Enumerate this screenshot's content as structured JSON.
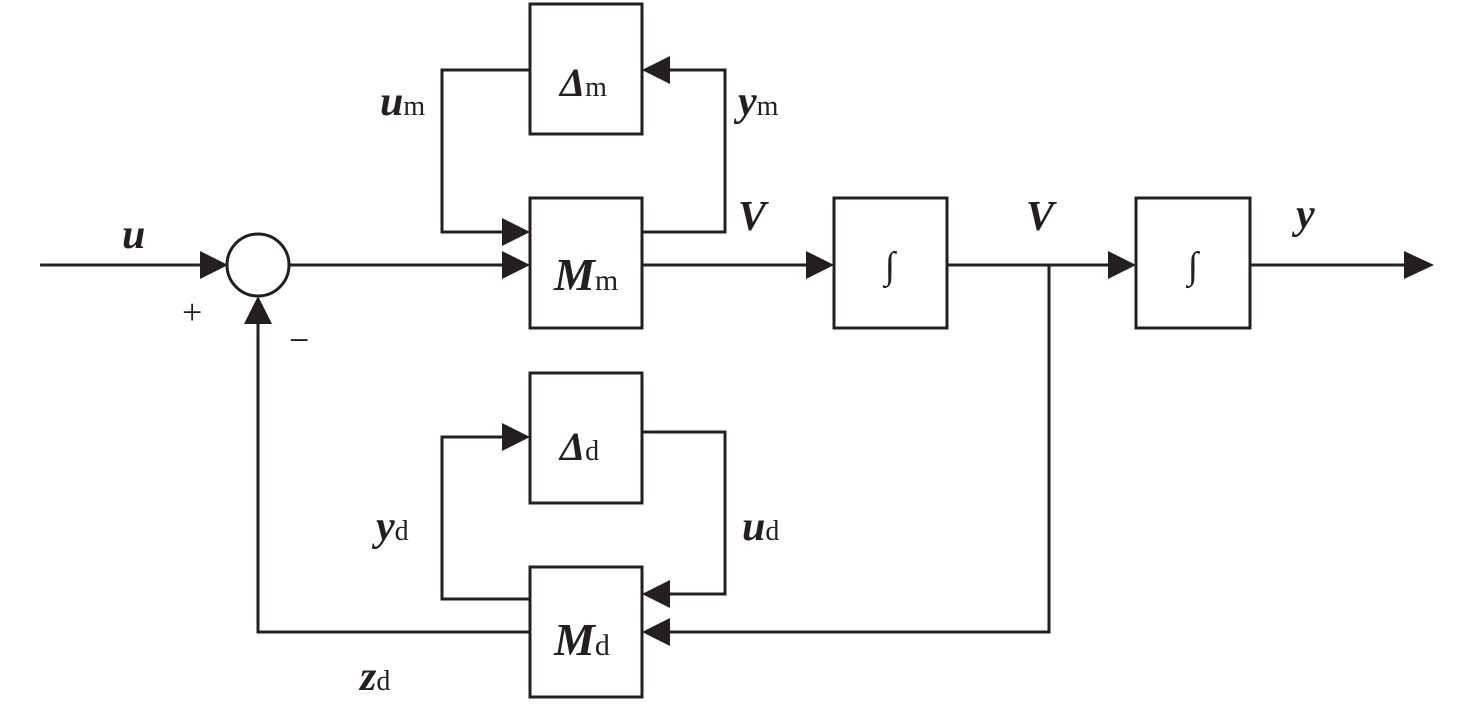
{
  "blocks": {
    "delta_m": {
      "symbol": "Δ",
      "subscript": "m"
    },
    "m_m": {
      "symbol": "M",
      "subscript": "m"
    },
    "integrator_1": {
      "symbol": "∫"
    },
    "integrator_2": {
      "symbol": "∫"
    },
    "delta_d": {
      "symbol": "Δ",
      "subscript": "d"
    },
    "m_d": {
      "symbol": "M",
      "subscript": "d"
    }
  },
  "signals": {
    "u": {
      "symbol": "u"
    },
    "u_m": {
      "symbol": "u",
      "subscript": "m"
    },
    "y_m": {
      "symbol": "y",
      "subscript": "m"
    },
    "v_mid": {
      "symbol": "V"
    },
    "v_out": {
      "symbol": "V"
    },
    "y": {
      "symbol": "y"
    },
    "y_d": {
      "symbol": "y",
      "subscript": "d"
    },
    "u_d": {
      "symbol": "u",
      "subscript": "d"
    },
    "z_d": {
      "symbol": "z",
      "subscript": "d"
    }
  },
  "summing_junction": {
    "plus_sign": "+",
    "minus_sign": "−"
  }
}
